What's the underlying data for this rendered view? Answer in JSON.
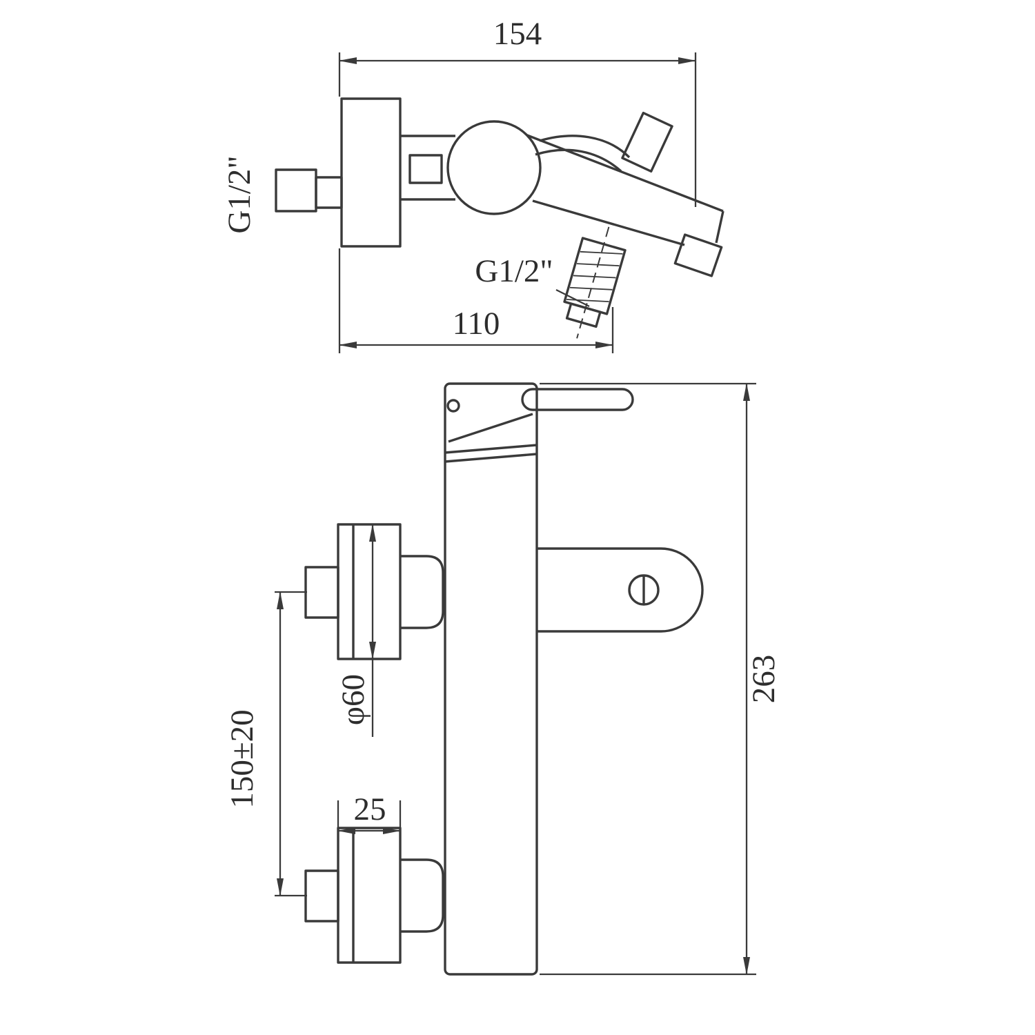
{
  "page": {
    "background": "#ffffff",
    "line_color": "#3a3a3a"
  },
  "drawing": {
    "side_view": {
      "overall_depth": "154",
      "inlet_thread": "G1/2\"",
      "outlet_thread": "G1/2\"",
      "spout_reach": "110"
    },
    "front_view": {
      "overall_height": "263",
      "flange_diameter": "φ60",
      "inlet_spacing": "150±20",
      "flange_depth": "25"
    }
  }
}
